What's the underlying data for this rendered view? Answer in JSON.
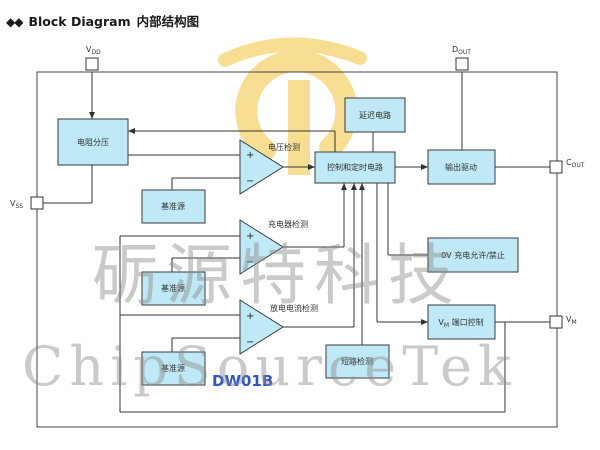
{
  "heading": {
    "bullets": "◆◆",
    "title_en": "Block Diagram",
    "title_cn": "内部结构图"
  },
  "pins": {
    "vdd": {
      "main": "V",
      "sub": "DD"
    },
    "dout": {
      "main": "D",
      "sub": "OUT"
    },
    "cout": {
      "main": "C",
      "sub": "OUT"
    },
    "vss": {
      "main": "V",
      "sub": "SS"
    },
    "vm": {
      "main": "V",
      "sub": "M"
    }
  },
  "blocks": {
    "divider": "电阻分压",
    "delay": "延迟电路",
    "control": "控制和定时电路",
    "output_driver": "输出驱动",
    "ref1": "基准源",
    "ref2": "基准源",
    "ref3": "基准源",
    "zero_v": "0V 充电允许/禁止",
    "vm_control": "V",
    "vm_control_sub": "M",
    "vm_control_rest": " 端口控制",
    "short_detect": "短路检测"
  },
  "amp_labels": {
    "voltage_detect": "电压检测",
    "charger_detect": "充电器检测",
    "overcurrent_detect": "放电电流检测"
  },
  "signs": {
    "plus": "+",
    "minus": "−"
  },
  "part_number": "DW01B",
  "watermark": {
    "cn": "砺源特科技",
    "en": "ChipSourceTek"
  },
  "colors": {
    "block_fill": "#bfe9f6",
    "logo": "#f3c43c",
    "part_number": "#2f55c6"
  }
}
